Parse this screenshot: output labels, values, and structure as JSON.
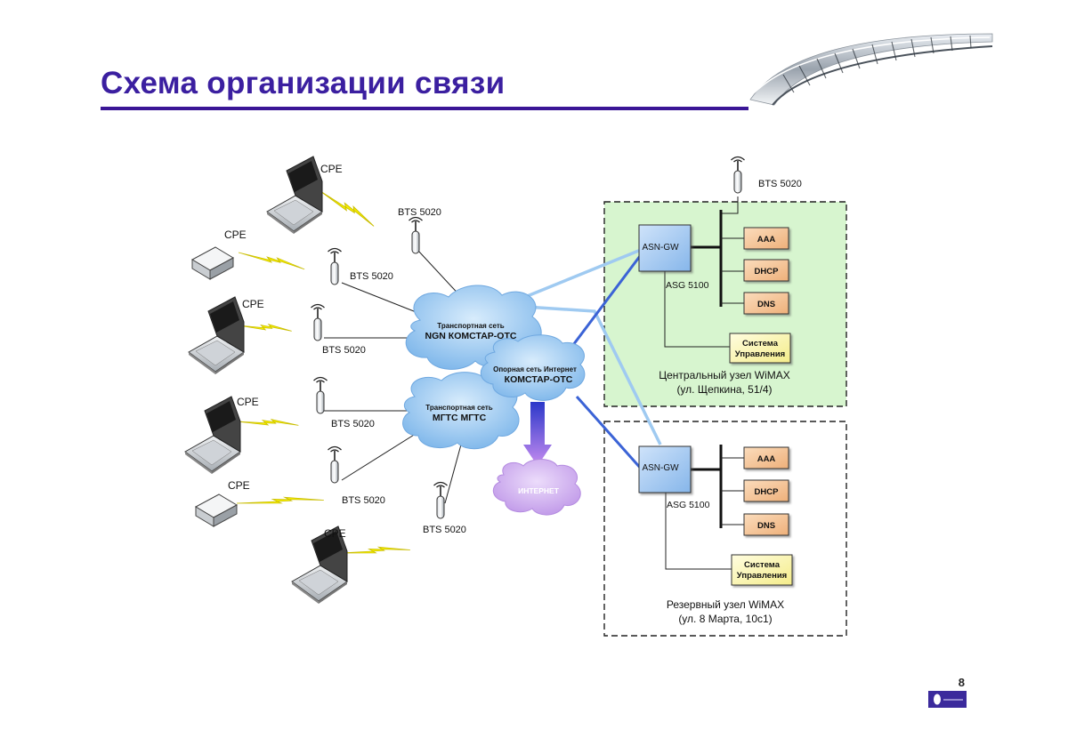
{
  "slide": {
    "title": "Схема организации связи",
    "page_number": "8"
  },
  "diagram": {
    "cpe_label": "CPE",
    "bts_label": "BTS 5020",
    "clouds": {
      "transport_ngn": {
        "line1": "Транспортная сеть",
        "line2": "NGN КОМСТАР-ОТС"
      },
      "backbone": {
        "line1": "Опорная сеть Интернет",
        "line2": "КОМСТАР-ОТС"
      },
      "transport_mgts": {
        "line1": "Транспортная сеть",
        "line2": "МГТС МГТС"
      },
      "internet": {
        "label": "ИНТЕРНЕТ"
      }
    },
    "central_node": {
      "asn_gw": "ASN-GW",
      "asg": "ASG 5100",
      "servers": [
        "AAA",
        "DHCP",
        "DNS"
      ],
      "mgmt_line1": "Система",
      "mgmt_line2": "Управления",
      "caption_line1": "Центральный узел WiMAX",
      "caption_line2": "(ул. Щепкина, 51/4)"
    },
    "reserve_node": {
      "asn_gw": "ASN-GW",
      "asg": "ASG 5100",
      "servers": [
        "AAA",
        "DHCP",
        "DNS"
      ],
      "mgmt_line1": "Система",
      "mgmt_line2": "Управления",
      "caption_line1": "Резервный узел WiMAX",
      "caption_line2": "(ул. 8 Марта, 10с1)"
    }
  },
  "colors": {
    "title": "#3b1fa0",
    "central_bg": "#d7f5cf",
    "server_fill": "#f6c89c",
    "mgmt_fill": "#fdf9b5",
    "asn_fill": "#a9cdf3",
    "cloud_blue": "#8dc3f0",
    "cloud_violet": "#cba8ee",
    "bolt": "#f6ee00"
  }
}
